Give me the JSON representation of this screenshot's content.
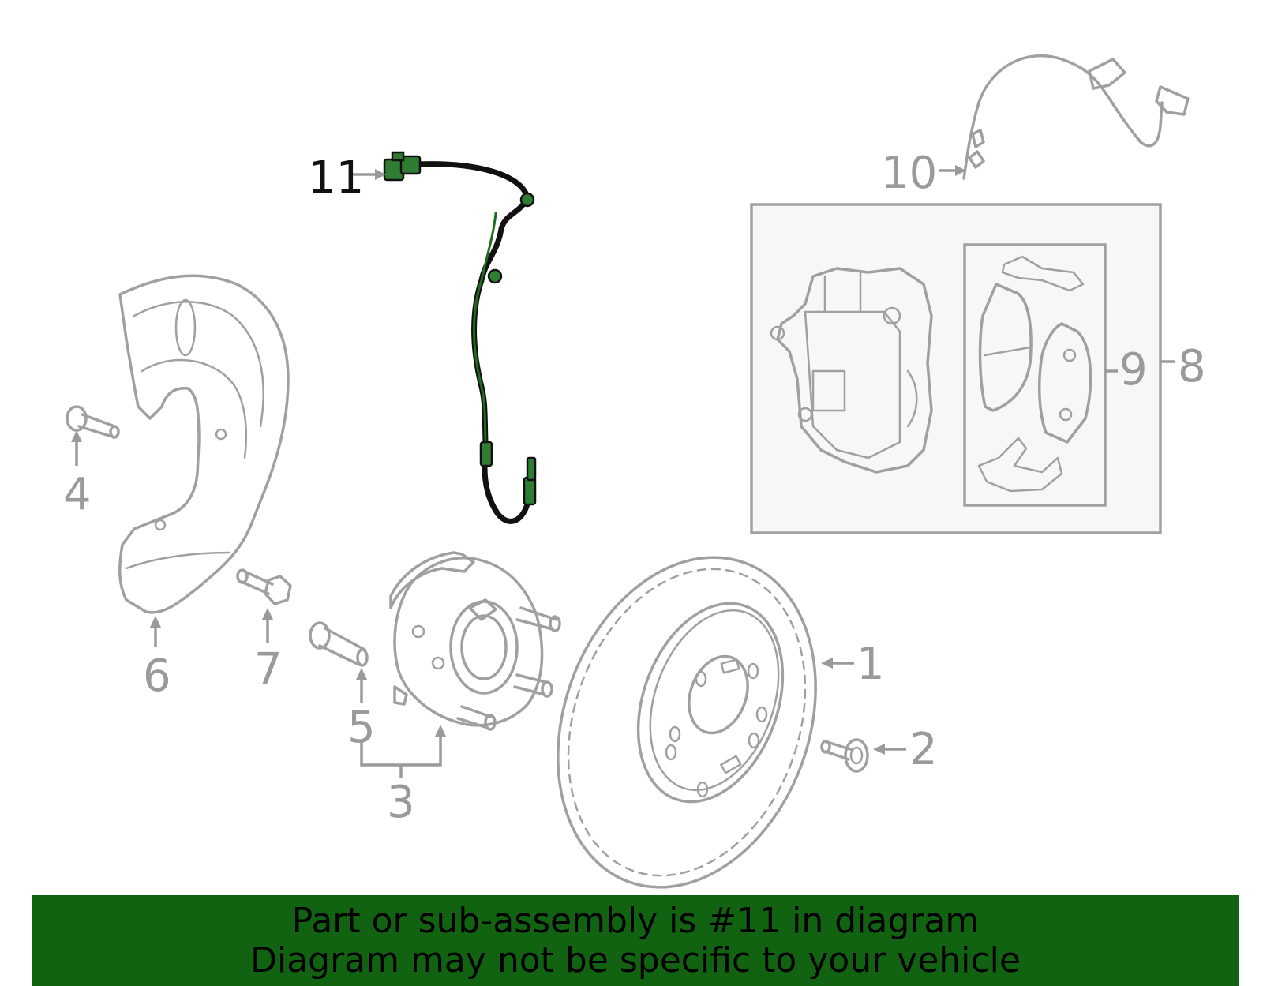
{
  "callouts": {
    "c1": "1",
    "c2": "2",
    "c3": "3",
    "c4": "4",
    "c5": "5",
    "c6": "6",
    "c7": "7",
    "c8": "8",
    "c9": "9",
    "c10": "10",
    "c11": "11"
  },
  "highlight": {
    "part_number": "11",
    "color": "#2e7d32"
  },
  "colors": {
    "line": "#a0a0a0",
    "banner_bg": "#116211",
    "panel_bg": "#f7f7f7"
  },
  "banner": {
    "line1": "Part or sub-assembly is #11 in diagram",
    "line2": "Diagram may not be specific to your vehicle"
  }
}
